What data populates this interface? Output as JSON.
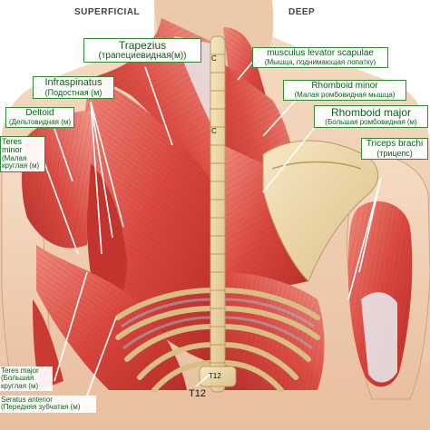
{
  "headers": {
    "superficial": "SUPERFICIAL",
    "deep": "DEEP"
  },
  "vertebra_marks": {
    "c7_top": "C",
    "c7": "C",
    "t12_inner": "T12",
    "t12": "T12"
  },
  "labels": {
    "trapezius": {
      "en": "Trapezius",
      "ru": "(трапециевидная(м))"
    },
    "infraspinatus": {
      "en": "Infraspinatus",
      "ru": "(Подостная (м)"
    },
    "deltoid": {
      "en": "Deltoid",
      "ru": "(Дельтовидная (м)"
    },
    "teres_minor": {
      "en": "Teres minor",
      "ru": "(Малая круглая (м)"
    },
    "levator": {
      "en": "musculus levator scapulae",
      "ru": "(Мышца, поднимающая лопатку)"
    },
    "rhomboid_minor": {
      "en": "Rhomboid minor",
      "ru": "(Малая ромбовидная мышца)"
    },
    "rhomboid_major": {
      "en": "Rhomboid major",
      "ru": "(Большая ромбовидная (м)"
    },
    "triceps": {
      "en": "Triceps brachi",
      "ru": "(трицепс)"
    },
    "teres_major": {
      "en": "Teres major",
      "ru": "(Большая круглая (м)"
    },
    "serratus": {
      "en": "Seratus anterior",
      "ru": "(Передняя зубчатая (м)"
    }
  },
  "colors": {
    "muscle": "#d9473f",
    "muscle_dark": "#a8231f",
    "muscle_light": "#ef8a7c",
    "skin": "#f3d3b8",
    "bone": "#f0dcae",
    "bone_edge": "#b89a5e",
    "tendon": "#e9eef2",
    "label_border": "#2f8a34",
    "label_text": "#0b5e1c"
  }
}
